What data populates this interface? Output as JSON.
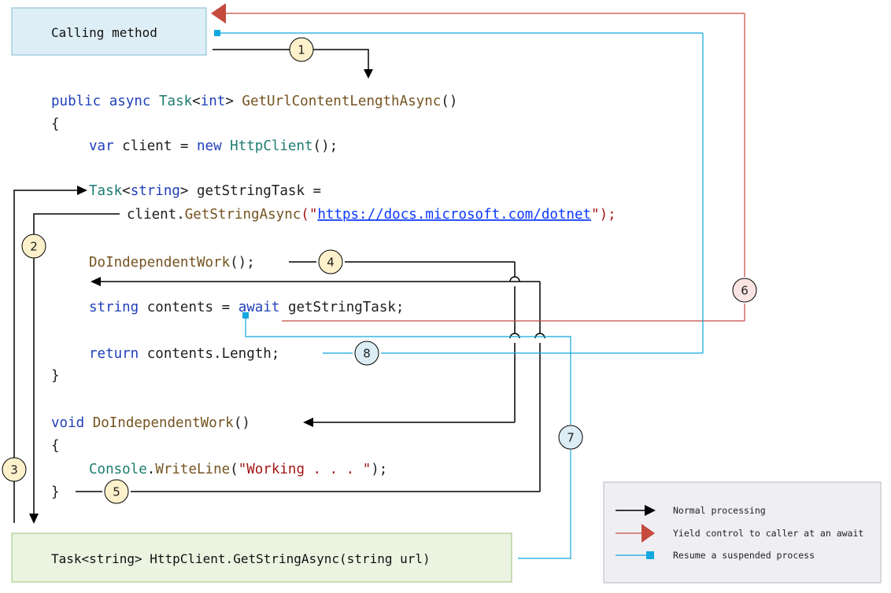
{
  "calling_box": {
    "label": "Calling method"
  },
  "task_box": {
    "label": "Task<string> HttpClient.GetStringAsync(string url)"
  },
  "code": {
    "line1": {
      "kw1": "public",
      "kw2": "async",
      "type1": "Task",
      "punc1": "<",
      "kw3": "int",
      "punc2": ">",
      "method": "GetUrlContentLengthAsync",
      "rest": "()"
    },
    "line2": {
      "text": "{"
    },
    "line3": {
      "kw1": "var",
      "var": "client",
      "eq": "=",
      "kw2": "new",
      "type": "HttpClient",
      "rest": "();"
    },
    "line4": {
      "type": "Task",
      "punc1": "<",
      "kw": "string",
      "punc2": ">",
      "rest": "getStringTask ="
    },
    "line5": {
      "obj": "client.",
      "method": "GetStringAsync",
      "open": "(\"",
      "url": "https://docs.microsoft.com/dotnet",
      "close": "\");"
    },
    "line6": {
      "method": "DoIndependentWork",
      "rest": "();"
    },
    "line7": {
      "kw": "string",
      "var": "contents",
      "eq": "=",
      "kw2": "await",
      "rest": "getStringTask;"
    },
    "line8": {
      "kw": "return",
      "rest": "contents.Length;"
    },
    "line9": {
      "text": "}"
    },
    "line10": {
      "kw": "void",
      "method": "DoIndependentWork",
      "rest": "()"
    },
    "line11": {
      "text": "{"
    },
    "line12": {
      "type": "Console",
      "dot": ".",
      "method": "WriteLine",
      "open": "(",
      "str": "\"Working . . . \"",
      "close": ");"
    },
    "line13": {
      "text": "}"
    }
  },
  "steps": [
    "1",
    "2",
    "3",
    "4",
    "5",
    "6",
    "7",
    "8"
  ],
  "legend": {
    "items": [
      {
        "label": "Normal processing",
        "color": "#000000"
      },
      {
        "label": "Yield control to caller at an await",
        "color": "#c44a3d"
      },
      {
        "label": "Resume a suspended process",
        "color": "#12a7de"
      }
    ]
  },
  "colors": {
    "normal": "#000000",
    "yield": "#c44a3d",
    "resume": "#12a7de",
    "calling_fill": "#deeef6",
    "task_fill": "#ebf3e1",
    "legend_fill": "#efeff3",
    "step_default": "#fdf1cc",
    "step_yield": "#f9e4e2",
    "step_resume": "#dcedf5"
  }
}
